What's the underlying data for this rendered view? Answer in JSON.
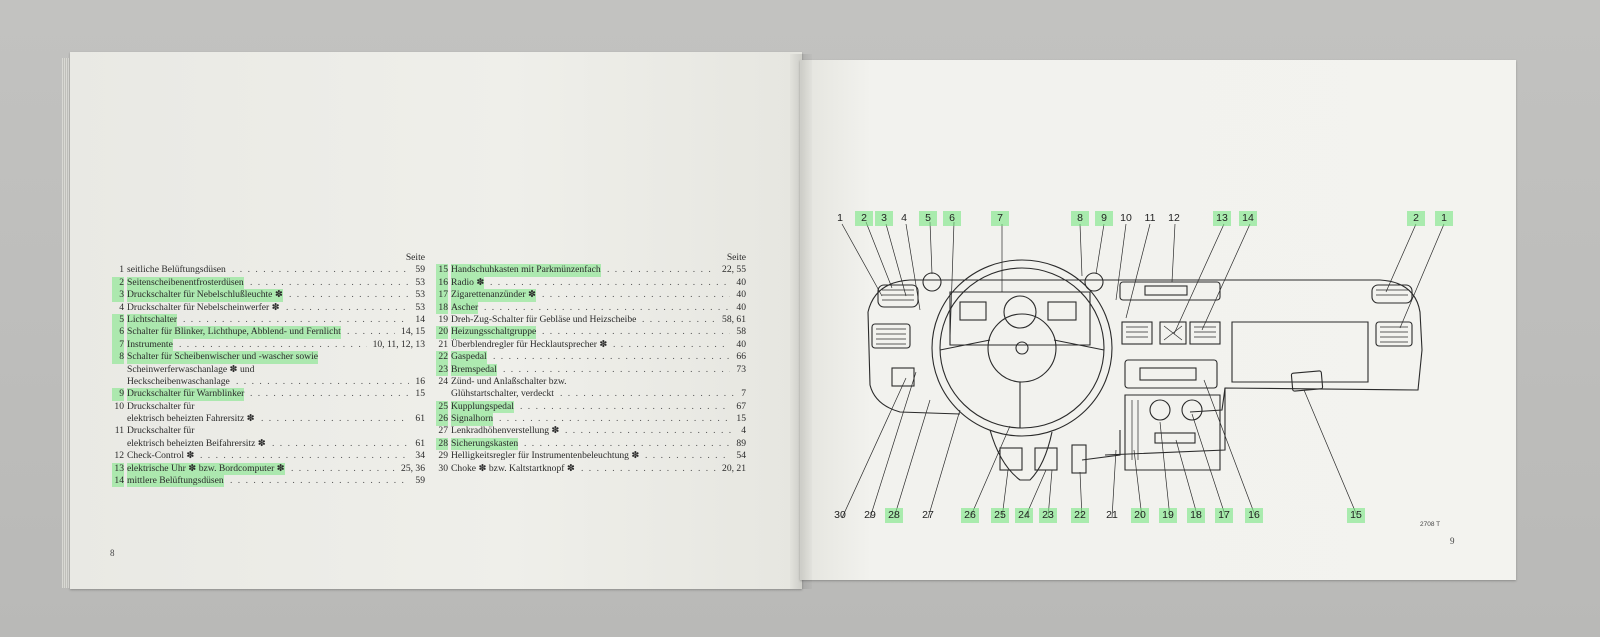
{
  "left_page": {
    "page_number": "8",
    "seite_label_left": "Seite",
    "seite_label_right": "Seite",
    "col1": [
      {
        "n": "1",
        "text": "seitliche Belüftungsdüsen",
        "page": "59",
        "hl": false
      },
      {
        "n": "2",
        "text": "Seitenscheibenentfrosterdüsen",
        "page": "53",
        "hl": true
      },
      {
        "n": "3",
        "text": "Druckschalter für Nebelschlußleuchte ✽",
        "page": "53",
        "hl": true
      },
      {
        "n": "4",
        "text": "Druckschalter für Nebelscheinwerfer ✽",
        "page": "53",
        "hl": false
      },
      {
        "n": "5",
        "text": "Lichtschalter",
        "page": "14",
        "hl": true
      },
      {
        "n": "6",
        "text": "Schalter für Blinker, Lichthupe, Abblend- und Fernlicht",
        "page": "14, 15",
        "hl": true
      },
      {
        "n": "7",
        "text": "Instrumente",
        "page": "10, 11, 12, 13",
        "hl": true
      },
      {
        "n": "8",
        "text": "Schalter für Scheibenwischer und -wascher sowie",
        "page": "",
        "hl": true
      },
      {
        "n": "",
        "text": "Scheinwerferwaschanlage ✽ und",
        "page": "",
        "hl": false
      },
      {
        "n": "",
        "text": "Heckscheibenwaschanlage",
        "page": "16",
        "hl": false
      },
      {
        "n": "9",
        "text": "Druckschalter für Warnblinker",
        "page": "15",
        "hl": true
      },
      {
        "n": "10",
        "text": "Druckschalter für",
        "page": "",
        "hl": false
      },
      {
        "n": "",
        "text": "elektrisch beheizten Fahrersitz ✽",
        "page": "61",
        "hl": false
      },
      {
        "n": "11",
        "text": "Druckschalter für",
        "page": "",
        "hl": false
      },
      {
        "n": "",
        "text": "elektrisch beheizten Beifahrersitz ✽",
        "page": "61",
        "hl": false
      },
      {
        "n": "12",
        "text": "Check-Control ✽",
        "page": "34",
        "hl": false
      },
      {
        "n": "13",
        "text": "elektrische Uhr ✽ bzw. Bordcomputer ✽",
        "page": "25, 36",
        "hl": true
      },
      {
        "n": "14",
        "text": "mittlere Belüftungsdüsen",
        "page": "59",
        "hl": true
      }
    ],
    "col2": [
      {
        "n": "15",
        "text": "Handschuhkasten mit Parkmünzenfach",
        "page": "22, 55",
        "hl": true
      },
      {
        "n": "16",
        "text": "Radio ✽",
        "page": "40",
        "hl": true
      },
      {
        "n": "17",
        "text": "Zigarettenanzünder ✽",
        "page": "40",
        "hl": true
      },
      {
        "n": "18",
        "text": "Ascher",
        "page": "40",
        "hl": true
      },
      {
        "n": "19",
        "text": "Dreh-Zug-Schalter für Gebläse und Heizscheibe",
        "page": "58, 61",
        "hl": false
      },
      {
        "n": "20",
        "text": "Heizungsschaltgruppe",
        "page": "58",
        "hl": true
      },
      {
        "n": "21",
        "text": "Überblendregler für Hecklautsprecher ✽",
        "page": "40",
        "hl": false
      },
      {
        "n": "22",
        "text": "Gaspedal",
        "page": "66",
        "hl": true
      },
      {
        "n": "23",
        "text": "Bremspedal",
        "page": "73",
        "hl": true
      },
      {
        "n": "24",
        "text": "Zünd- und Anlaßschalter bzw.",
        "page": "",
        "hl": false
      },
      {
        "n": "",
        "text": "Glühstartschalter, verdeckt",
        "page": "7",
        "hl": false
      },
      {
        "n": "25",
        "text": "Kupplungspedal",
        "page": "67",
        "hl": true
      },
      {
        "n": "26",
        "text": "Signalhorn",
        "page": "15",
        "hl": true
      },
      {
        "n": "27",
        "text": "Lenkradhöhenverstellung ✽",
        "page": "4",
        "hl": false
      },
      {
        "n": "28",
        "text": "Sicherungskasten",
        "page": "89",
        "hl": true
      },
      {
        "n": "29",
        "text": "Helligkeitsregler für Instrumentenbeleuchtung ✽",
        "page": "54",
        "hl": false
      },
      {
        "n": "30",
        "text": "Choke ✽ bzw. Kaltstartknopf ✽",
        "page": "20, 21",
        "hl": false
      }
    ]
  },
  "right_page": {
    "page_number": "9",
    "figure_code": "2708 T",
    "top_callouts": [
      {
        "label": "1",
        "hl": false
      },
      {
        "label": "2",
        "hl": true
      },
      {
        "label": "3",
        "hl": true
      },
      {
        "label": "4",
        "hl": false
      },
      {
        "label": "5",
        "hl": true
      },
      {
        "label": "6",
        "hl": true
      },
      {
        "label": "7",
        "hl": true
      },
      {
        "label": "8",
        "hl": true
      },
      {
        "label": "9",
        "hl": true
      },
      {
        "label": "10",
        "hl": false
      },
      {
        "label": "11",
        "hl": false
      },
      {
        "label": "12",
        "hl": false
      },
      {
        "label": "13",
        "hl": true
      },
      {
        "label": "14",
        "hl": true
      },
      {
        "label": "2",
        "hl": true
      },
      {
        "label": "1",
        "hl": true
      }
    ],
    "bottom_callouts": [
      {
        "label": "30",
        "hl": false
      },
      {
        "label": "29",
        "hl": false
      },
      {
        "label": "28",
        "hl": true
      },
      {
        "label": "27",
        "hl": false
      },
      {
        "label": "26",
        "hl": true
      },
      {
        "label": "25",
        "hl": true
      },
      {
        "label": "24",
        "hl": true
      },
      {
        "label": "23",
        "hl": true
      },
      {
        "label": "22",
        "hl": true
      },
      {
        "label": "21",
        "hl": false
      },
      {
        "label": "20",
        "hl": true
      },
      {
        "label": "19",
        "hl": true
      },
      {
        "label": "18",
        "hl": true
      },
      {
        "label": "17",
        "hl": true
      },
      {
        "label": "16",
        "hl": true
      },
      {
        "label": "15",
        "hl": true
      }
    ]
  },
  "colors": {
    "highlight": "#7fe68a",
    "paper": "#f0f0eb",
    "ink": "#2a2a2a"
  }
}
